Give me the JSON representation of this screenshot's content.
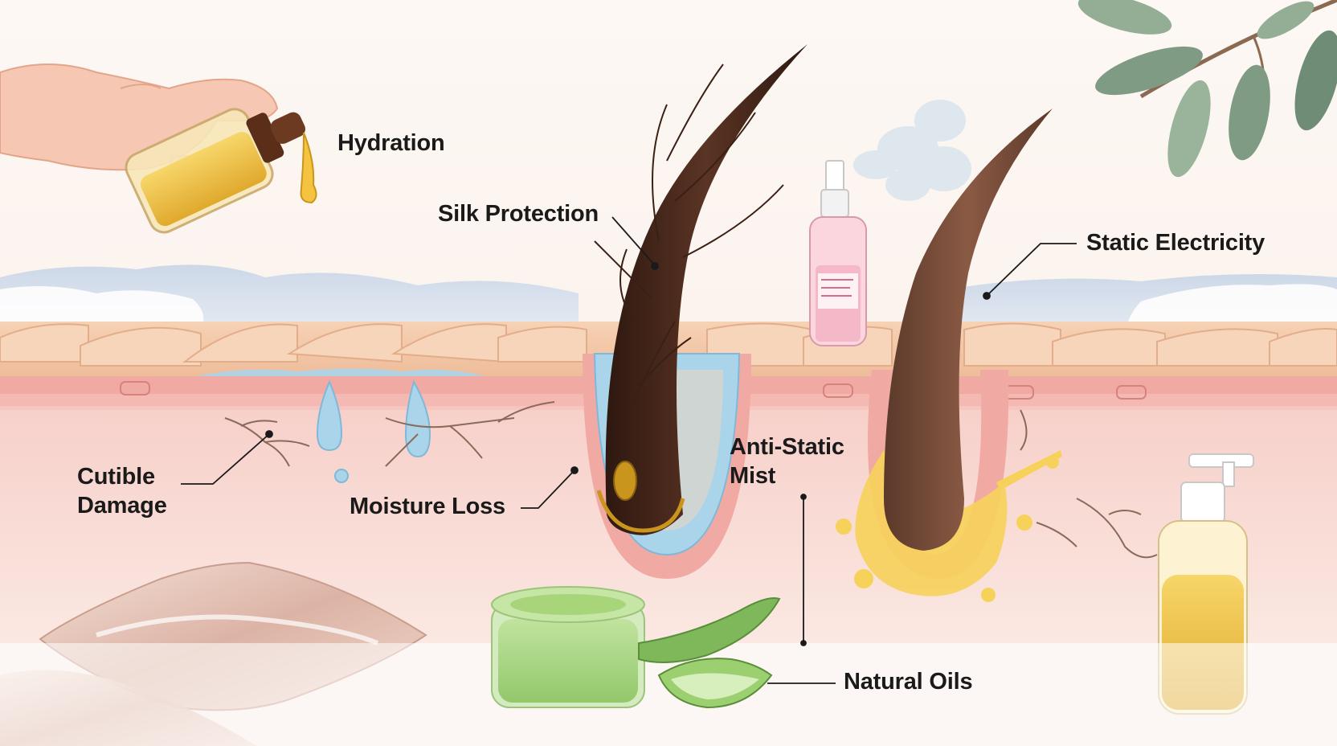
{
  "labels": {
    "hydration": "Hydration",
    "silk_protection": "Silk Protection",
    "static_electricity": "Static Electricity",
    "cuticle_damage_line1": "Cutible",
    "cuticle_damage_line2": "Damage",
    "moisture_loss": "Moisture Loss",
    "anti_static_mist_line1": "Anti-Static",
    "anti_static_mist_line2": "Mist",
    "natural_oils": "Natural Oils"
  },
  "colors": {
    "background": "#fbf4ef",
    "skin_top": "#f2c9a8",
    "skin_layer": "#f1a9a4",
    "dermis": "#f7d9d3",
    "hair": "#4a2a1c",
    "water": "#a9d4ea",
    "oil": "#f6d25a",
    "aloe": "#a8d47a",
    "silk": "#e7c8bd",
    "leaf": "#7f9b84",
    "mist_bottle": "#f5b8c8",
    "label_text": "#1a1a1a"
  },
  "icons": [
    "hand-icon",
    "oil-dropper-bottle-icon",
    "spray-bottle-icon",
    "pump-bottle-icon",
    "aloe-jar-icon",
    "aloe-leaf-icon",
    "silk-pillow-icon",
    "eucalyptus-branch-icon",
    "mist-cloud-icon"
  ]
}
